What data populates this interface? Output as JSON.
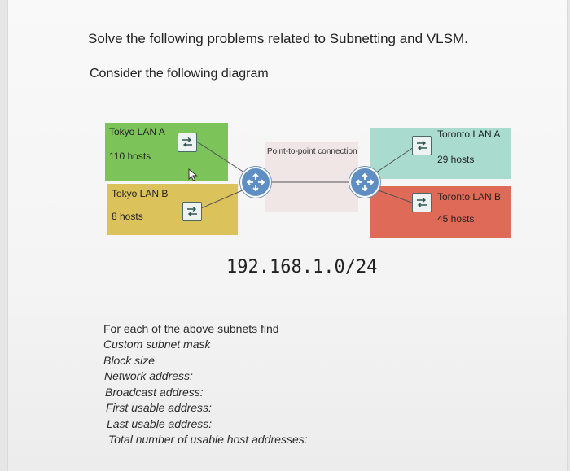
{
  "heading": "Solve the following problems related to Subnetting and VLSM.",
  "subheading": "Consider the following diagram",
  "diagram": {
    "tokyo_a": {
      "name": "Tokyo LAN A",
      "hosts": "110 hosts",
      "color": "#7cc45a"
    },
    "tokyo_b": {
      "name": "Tokyo LAN B",
      "hosts": "8 hosts",
      "color": "#dcc25a"
    },
    "toronto_a": {
      "name": "Toronto LAN A",
      "hosts": "29 hosts",
      "color": "#a9dccf"
    },
    "toronto_b": {
      "name": "Toronto LAN B",
      "hosts": "45 hosts",
      "color": "#df6a58"
    },
    "point_to_point": "Point-to-point connection",
    "icons": {
      "switch": "switch-icon",
      "router": "router-icon",
      "cursor": "cursor-icon"
    }
  },
  "network": "192.168.1.0/24",
  "tasks": {
    "intro": "For each of the above subnets find",
    "items": [
      "Custom subnet mask",
      "Block size",
      "Network address:",
      "Broadcast address:",
      "First usable address:",
      "Last usable address:",
      "Total number of usable host addresses:"
    ]
  }
}
